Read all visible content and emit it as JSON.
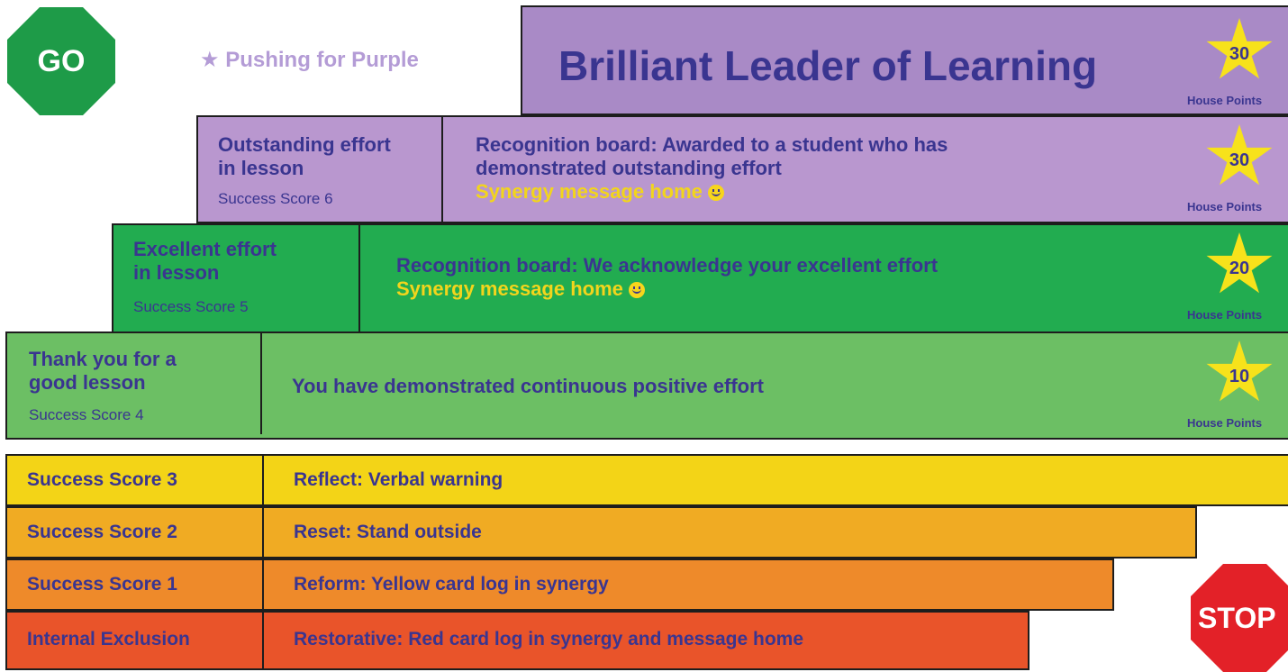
{
  "go_label": "GO",
  "stop_label": "STOP",
  "pushing": {
    "icon": "star-icon",
    "text": "Pushing for Purple"
  },
  "top": {
    "title": "Brilliant Leader of Learning",
    "points": "30",
    "points_label": "House Points"
  },
  "rows": [
    {
      "title_l1": "Outstanding effort",
      "title_l2": "in lesson",
      "score": "Success Score 6",
      "desc_l1": "Recognition board: Awarded to a student who has",
      "desc_l2": "demonstrated outstanding effort",
      "extra": "Synergy message home",
      "points": "30",
      "points_label": "House Points"
    },
    {
      "title_l1": "Excellent effort",
      "title_l2": "in lesson",
      "score": "Success Score 5",
      "desc_l1": "Recognition board: We acknowledge your excellent effort",
      "extra": "Synergy message home",
      "points": "20",
      "points_label": "House Points"
    },
    {
      "title_l1": "Thank you for a",
      "title_l2": "good lesson",
      "score": "Success Score 4",
      "desc_l1": "You have demonstrated continuous positive effort",
      "points": "10",
      "points_label": "House Points"
    }
  ],
  "bars": [
    {
      "label": "Success Score 3",
      "desc": "Reflect: Verbal warning",
      "color": "#f3d417"
    },
    {
      "label": "Success Score 2",
      "desc": "Reset: Stand outside",
      "color": "#f0ab23"
    },
    {
      "label": "Success Score 1",
      "desc": "Reform: Yellow card log in synergy",
      "color": "#ee8a2a"
    },
    {
      "label": "Internal Exclusion",
      "desc": "Restorative: Red card log in synergy and message home",
      "color": "#e9542a"
    }
  ],
  "colors": {
    "navy": "#3a3590",
    "purple": "#a98ac6",
    "green": "#22ac50",
    "light_green": "#6cbf64",
    "go": "#1e9b48",
    "stop": "#e32128"
  }
}
